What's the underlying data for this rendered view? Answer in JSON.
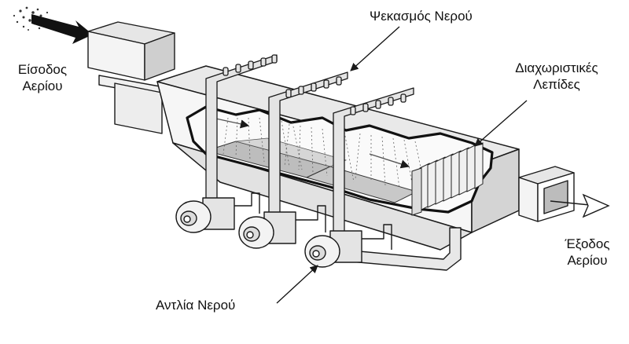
{
  "labels": {
    "gas_inlet": [
      "Είσοδος",
      "Αερίου"
    ],
    "water_spray": "Ψεκασμός Νερού",
    "separator_blades": [
      "Διαχωριστικές",
      "Λεπίδες"
    ],
    "gas_outlet": [
      "Έξοδος",
      "Αερίου"
    ],
    "water_pump": "Αντλία Νερού"
  },
  "colors": {
    "line": "#1a1a1a",
    "body_fill": "#f2f2f2",
    "shade": "#cfcfcf",
    "dark": "#7a7a7a",
    "water": "#555555"
  }
}
